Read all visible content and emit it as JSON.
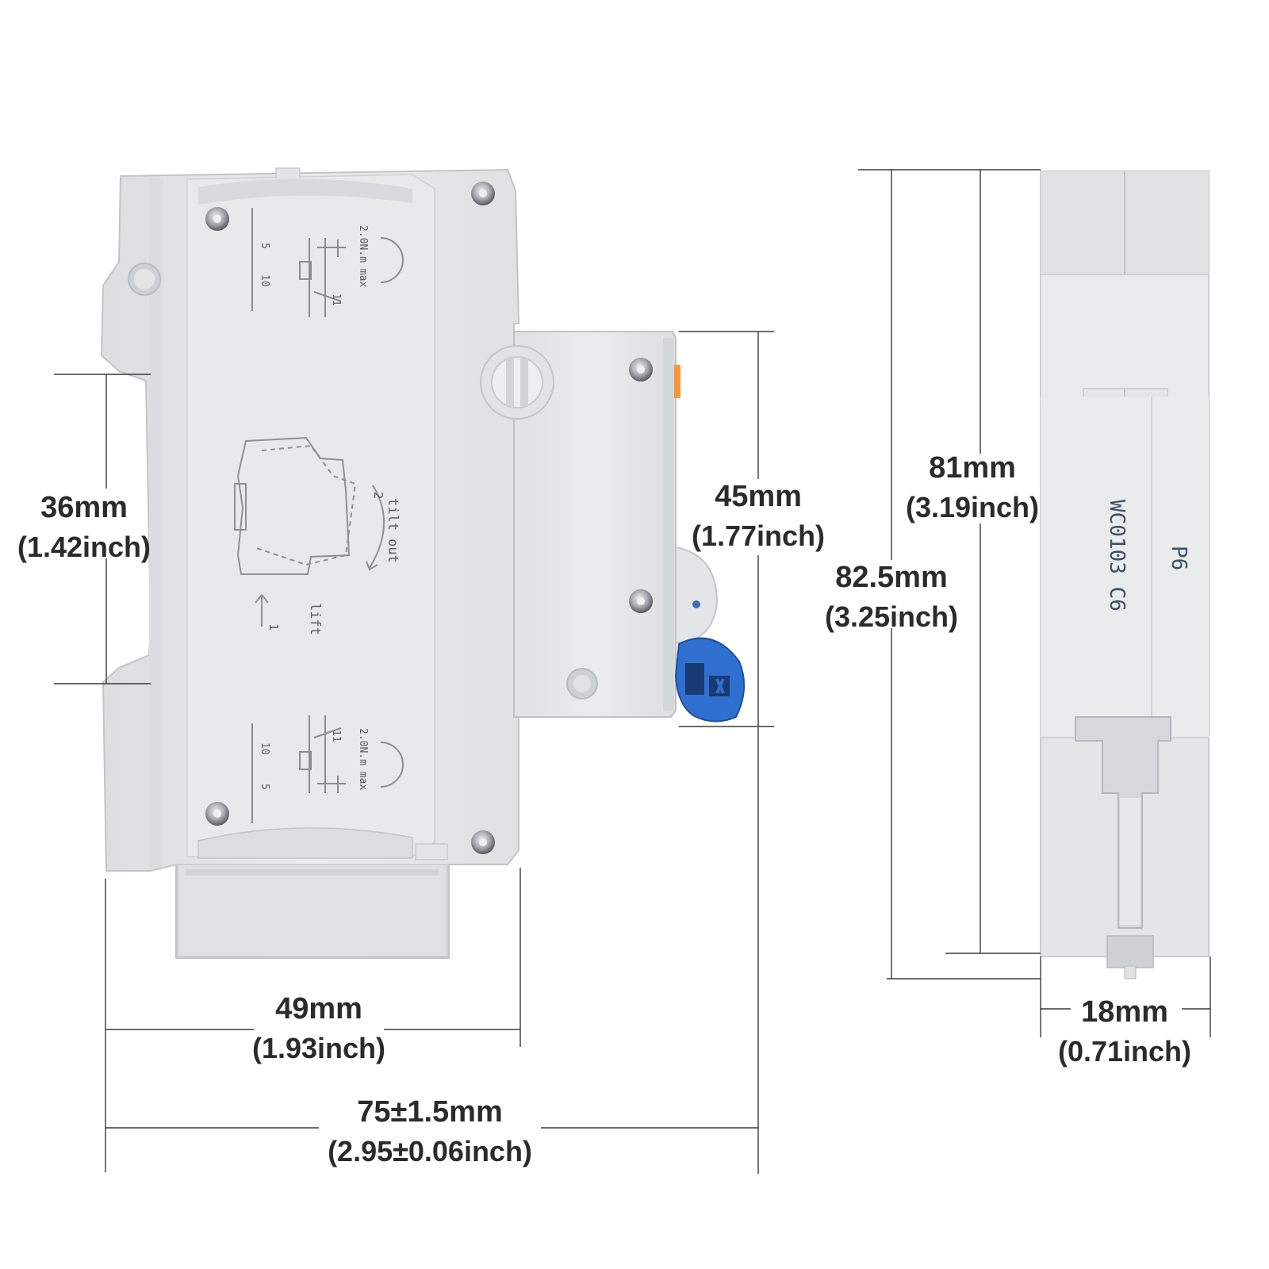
{
  "colors": {
    "housing": "#e7e8ea",
    "housing_shade": "#d6d8da",
    "housing_edge": "#bcc0c3",
    "handle_blue": "#2f6fd0",
    "dimension_line": "#3a3a3a",
    "text": "#2b2b2b",
    "accent_orange": "#f29a3a"
  },
  "dimensions": {
    "din_clip_height": {
      "mm": "36mm",
      "inch": "(1.42inch)"
    },
    "front_width": {
      "mm": "49mm",
      "inch": "(1.93inch)"
    },
    "overall_width": {
      "mm": "75±1.5mm",
      "inch": "(2.95±0.06inch)"
    },
    "front_height": {
      "mm": "45mm",
      "inch": "(1.77inch)"
    },
    "body_height": {
      "mm": "81mm",
      "inch": "(3.19inch)"
    },
    "overall_height": {
      "mm": "82.5mm",
      "inch": "(3.25inch)"
    },
    "module_width": {
      "mm": "18mm",
      "inch": "(0.71inch)"
    }
  },
  "side_view": {
    "terminal_torque_top": "2.0N.m max",
    "terminal_torque_bottom": "2.0N.m max",
    "terminal_label_top": [
      "5",
      "10",
      "11"
    ],
    "terminal_label_bottom": [
      "5",
      "10",
      "11"
    ],
    "release_tilt_label": "tilt out",
    "release_lift_label": "lift",
    "release_step_1": "1",
    "release_step_2": "2"
  },
  "front_view": {
    "model_code": "WC0103 C6",
    "pole_marking": "P6"
  }
}
